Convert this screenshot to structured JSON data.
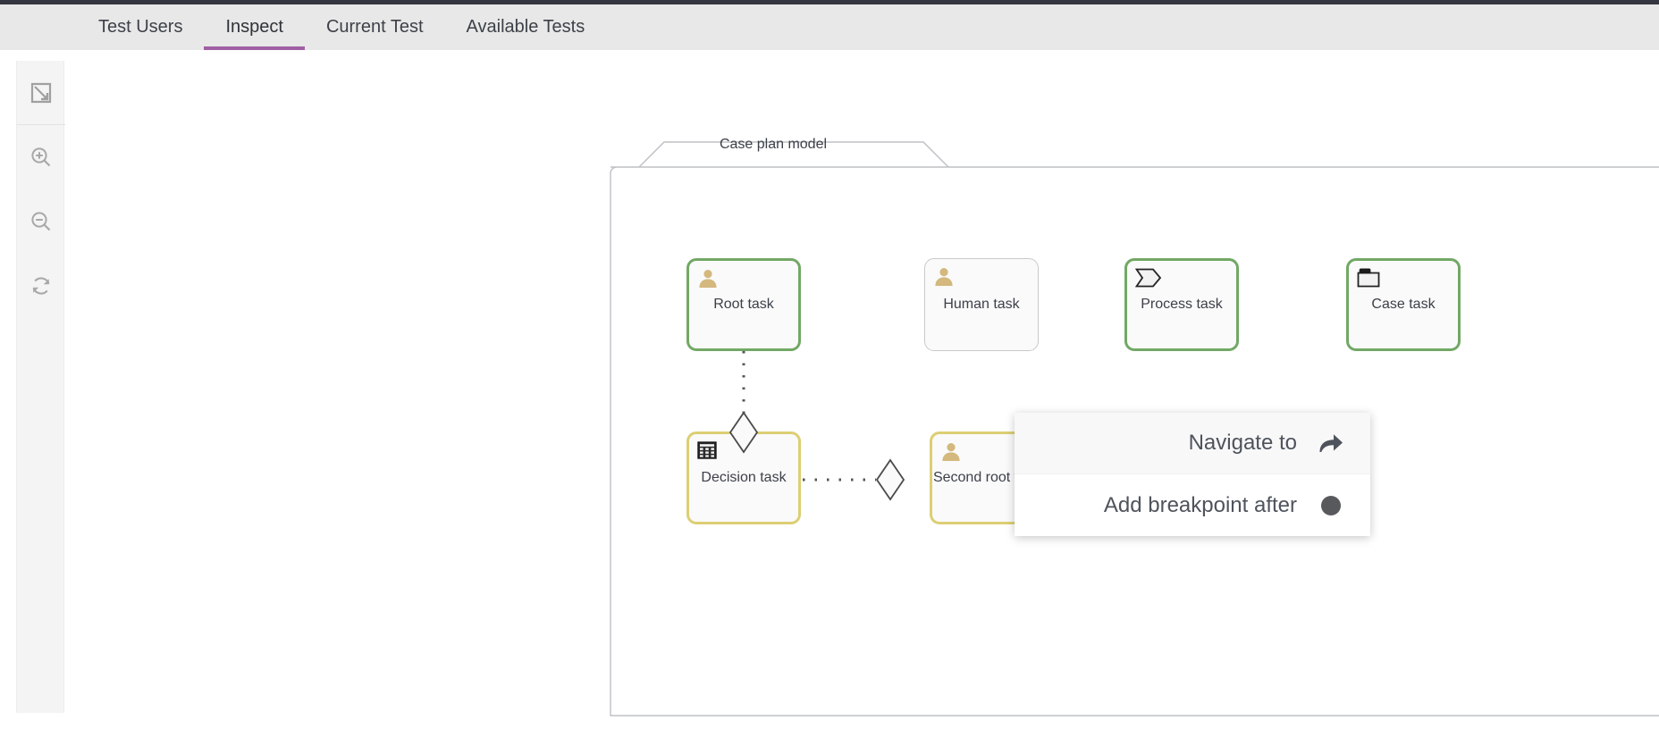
{
  "app": {
    "accent_purple": "#a05fa5",
    "green_border": "#72a865",
    "yellow_border": "#dccf73",
    "grey_border": "#c9c9c9",
    "person_icon_color": "#d4b87e",
    "node_fill": "#fafafa",
    "text_color": "#3c4049"
  },
  "tabs": [
    {
      "label": "Test Users",
      "active": false
    },
    {
      "label": "Inspect",
      "active": true
    },
    {
      "label": "Current Test",
      "active": false
    },
    {
      "label": "Available Tests",
      "active": false
    }
  ],
  "toolbar": {
    "items": [
      {
        "name": "fit-to-screen-icon",
        "title": "Fit to screen"
      },
      {
        "name": "zoom-in-icon",
        "title": "Zoom in"
      },
      {
        "name": "zoom-out-icon",
        "title": "Zoom out"
      },
      {
        "name": "refresh-icon",
        "title": "Refresh"
      }
    ]
  },
  "diagram": {
    "stage_label": "Case plan model",
    "nodes": [
      {
        "id": "root-task",
        "label": "Root task",
        "icon": "person-icon",
        "state": "green"
      },
      {
        "id": "human-task",
        "label": "Human task",
        "icon": "person-icon",
        "state": "grey"
      },
      {
        "id": "process-task",
        "label": "Process task",
        "icon": "process-icon",
        "state": "green"
      },
      {
        "id": "case-task",
        "label": "Case task",
        "icon": "case-icon",
        "state": "green"
      },
      {
        "id": "decision-task",
        "label": "Decision task",
        "icon": "decision-icon",
        "state": "yellow"
      },
      {
        "id": "second-root-task",
        "label": "Second root task",
        "icon": "person-icon",
        "state": "yellow"
      }
    ]
  },
  "context_menu": {
    "items": [
      {
        "label": "Navigate to",
        "icon": "share-arrow-icon",
        "highlighted": true
      },
      {
        "label": "Add breakpoint after",
        "icon": "breakpoint-dot-icon",
        "highlighted": false
      }
    ]
  }
}
